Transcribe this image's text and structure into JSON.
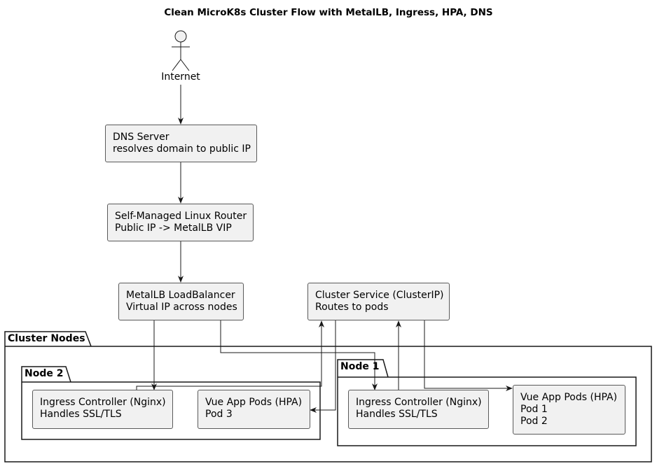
{
  "title": "Clean MicroK8s Cluster Flow with MetalLB, Ingress, HPA, DNS",
  "actor": {
    "label": "Internet"
  },
  "boxes": {
    "dns": {
      "line1": "DNS Server",
      "line2": "resolves domain to public IP"
    },
    "router": {
      "line1": "Self-Managed Linux Router",
      "line2": "Public IP -> MetalLB VIP"
    },
    "metallb": {
      "line1": "MetalLB LoadBalancer",
      "line2": "Virtual IP across nodes"
    },
    "service": {
      "line1": "Cluster Service (ClusterIP)",
      "line2": "Routes to pods"
    },
    "ingress2": {
      "line1": "Ingress Controller (Nginx)",
      "line2": "Handles SSL/TLS"
    },
    "vue2": {
      "line1": "Vue App Pods (HPA)",
      "line2": "Pod 3"
    },
    "ingress1": {
      "line1": "Ingress Controller (Nginx)",
      "line2": "Handles SSL/TLS"
    },
    "vue1": {
      "line1": "Vue App Pods (HPA)",
      "line2": "Pod 1",
      "line3": "Pod 2"
    }
  },
  "packages": {
    "cluster": "Cluster Nodes",
    "node2": "Node 2",
    "node1": "Node 1"
  }
}
